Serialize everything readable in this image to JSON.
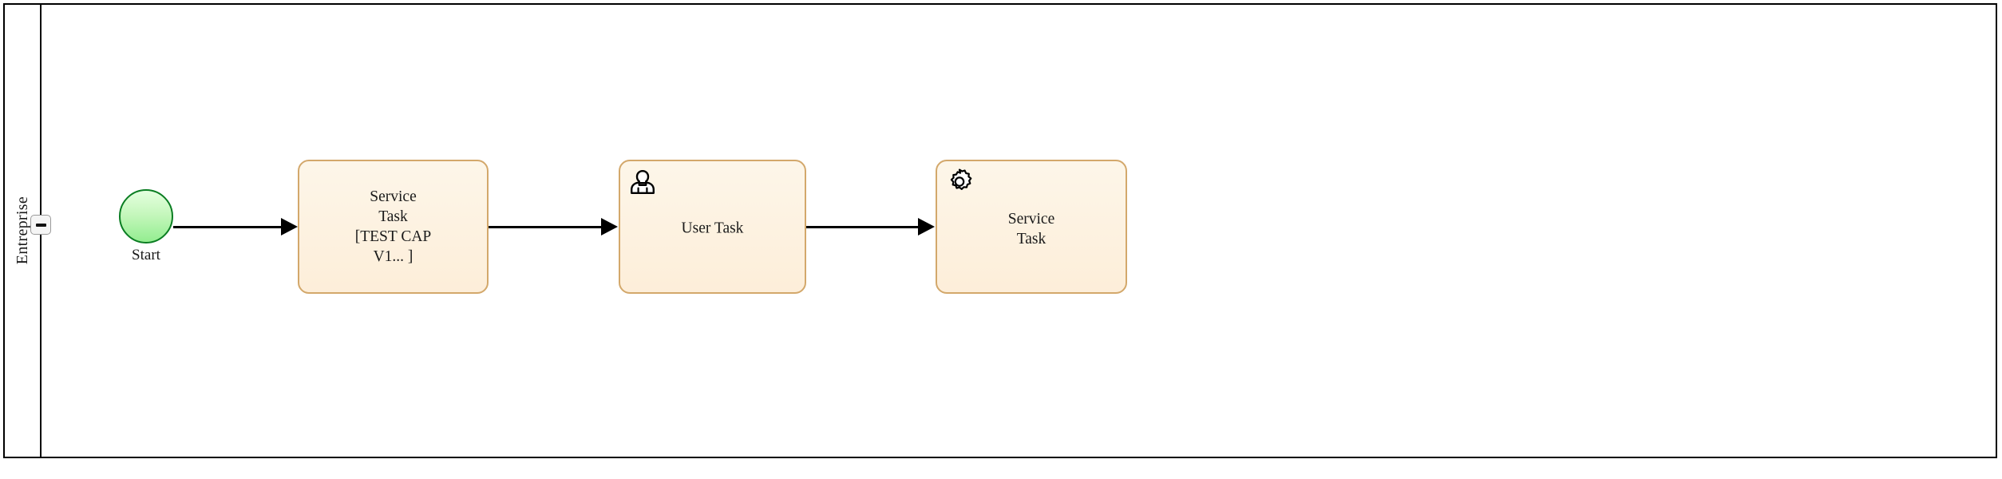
{
  "diagram": {
    "type": "bpmn-process",
    "pool": {
      "name": "Entreprise",
      "collapse_button": {
        "icon": "minus-icon",
        "state": "expanded"
      }
    },
    "colors": {
      "pool_border": "#000000",
      "task_fill_top": "#FDF6E9",
      "task_fill_bottom": "#FDEED9",
      "task_border": "#D3A86B",
      "start_fill_top": "#E4FFDF",
      "start_fill_bottom": "#93ED90",
      "start_border": "#0A7D22",
      "connector": "#000000"
    },
    "nodes": [
      {
        "id": "start",
        "kind": "start-event",
        "label": "Start",
        "icon": "none"
      },
      {
        "id": "task-1",
        "kind": "service-task",
        "icon": "none",
        "lines": [
          "Service",
          "Task",
          "[TEST CAP",
          "V1... ]"
        ],
        "label": "Service Task [TEST CAP V1... ]"
      },
      {
        "id": "task-2",
        "kind": "user-task",
        "icon": "user-icon",
        "lines": [
          "User Task"
        ],
        "label": "User Task"
      },
      {
        "id": "task-3",
        "kind": "service-task",
        "icon": "gear-icon",
        "lines": [
          "Service",
          "Task"
        ],
        "label": "Service Task"
      }
    ],
    "connectors": [
      {
        "id": "flow-1",
        "from": "start",
        "to": "task-1",
        "style": "sequence-flow"
      },
      {
        "id": "flow-2",
        "from": "task-1",
        "to": "task-2",
        "style": "sequence-flow"
      },
      {
        "id": "flow-3",
        "from": "task-2",
        "to": "task-3",
        "style": "sequence-flow"
      }
    ]
  }
}
